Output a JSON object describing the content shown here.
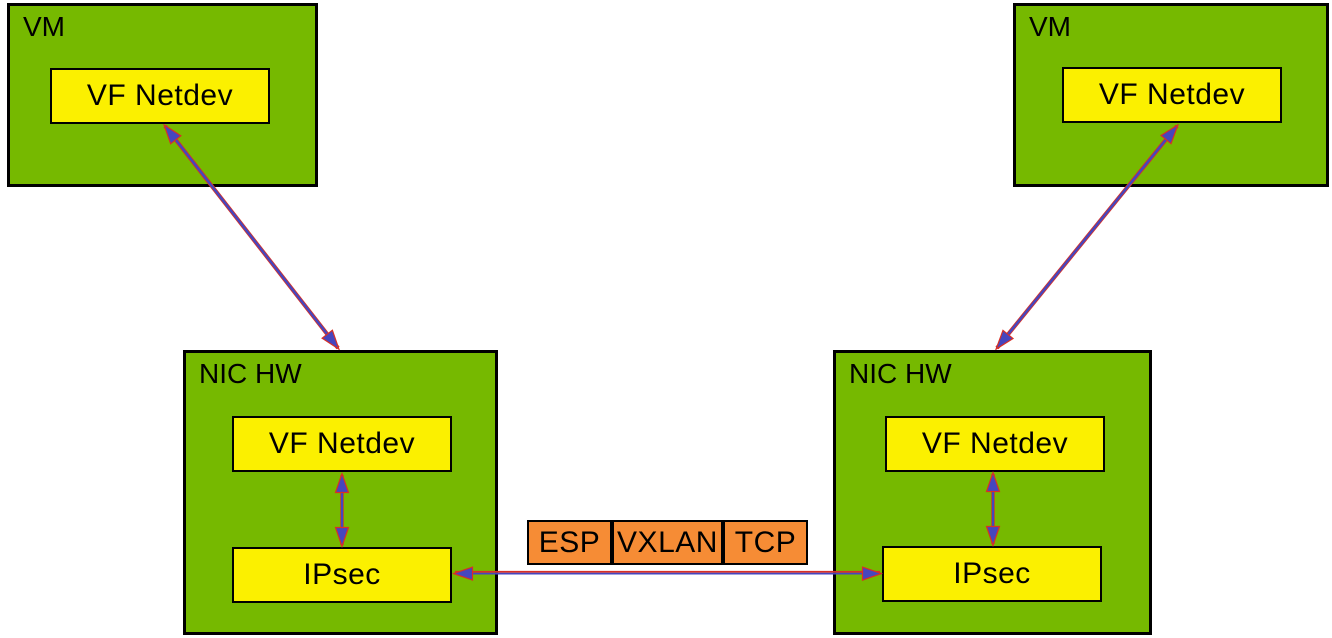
{
  "colors": {
    "green": "#76B900",
    "yellow": "#FBF000",
    "orange": "#F68C35",
    "arrow-blue": "#4646BE",
    "arrow-red": "#D93025",
    "border": "#000000",
    "text": "#000000",
    "bg": "#FFFFFF"
  },
  "vm_left": {
    "title": "VM",
    "netdev_label": "VF Netdev"
  },
  "vm_right": {
    "title": "VM",
    "netdev_label": "VF Netdev"
  },
  "nic_left": {
    "title": "NIC HW",
    "netdev_label": "VF Netdev",
    "ipsec_label": "IPsec"
  },
  "nic_right": {
    "title": "NIC HW",
    "netdev_label": "VF Netdev",
    "ipsec_label": "IPsec"
  },
  "packet": {
    "segments": [
      "ESP",
      "VXLAN",
      "TCP"
    ]
  },
  "connections": [
    {
      "from": "vm-left-vf-netdev",
      "to": "nic-left",
      "type": "double-arrow"
    },
    {
      "from": "vm-right-vf-netdev",
      "to": "nic-right",
      "type": "double-arrow"
    },
    {
      "from": "nic-left-vf-netdev",
      "to": "nic-left-ipsec",
      "type": "double-arrow"
    },
    {
      "from": "nic-right-vf-netdev",
      "to": "nic-right-ipsec",
      "type": "double-arrow"
    },
    {
      "from": "nic-left-ipsec",
      "to": "nic-right-ipsec",
      "type": "double-arrow"
    }
  ]
}
